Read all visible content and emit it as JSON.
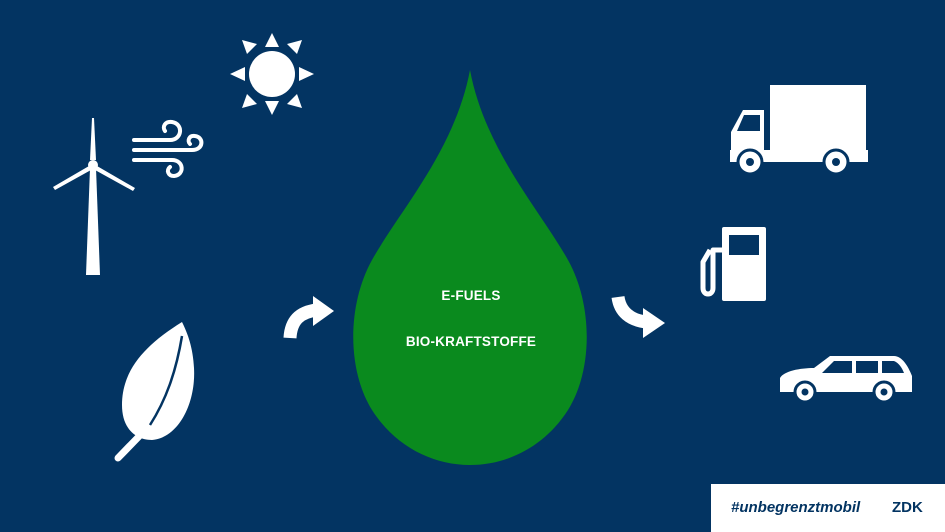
{
  "drop": {
    "line1": "E-FUELS",
    "line2": "BIO-KRAFTSTOFFE",
    "color": "#0a8a1e"
  },
  "footer": {
    "hashtag": "#unbegrenztmobil",
    "brand": "ZDK"
  },
  "colors": {
    "background": "#033462",
    "icon": "#ffffff"
  },
  "sources": [
    "sun-icon",
    "wind-turbine-icon",
    "wind-icon",
    "leaf-icon"
  ],
  "uses": [
    "truck-icon",
    "fuel-pump-icon",
    "car-icon"
  ]
}
